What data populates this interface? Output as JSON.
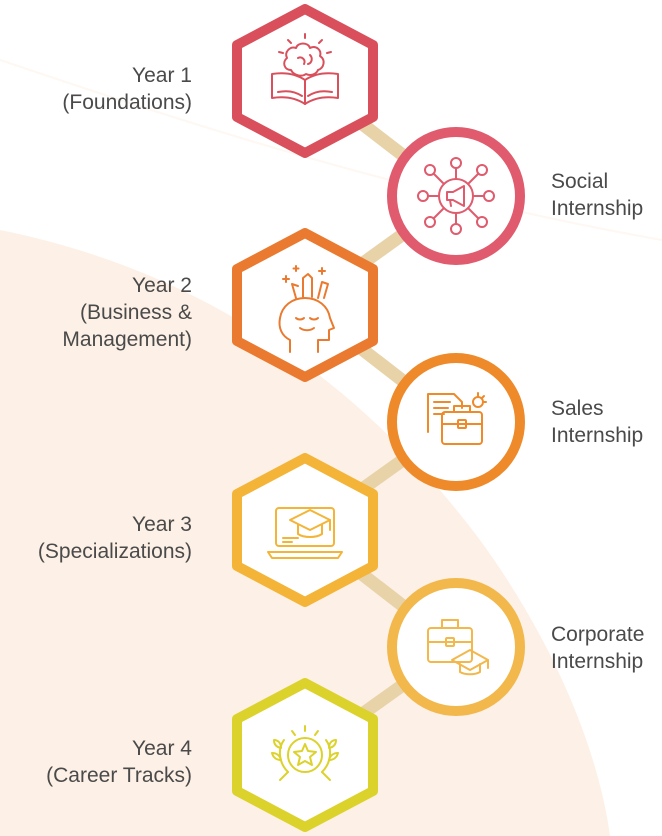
{
  "colors": {
    "background_blob": "#fdf0e6",
    "connector": "#e8d3a9",
    "year_1": "#d9505c",
    "social": "#df5b6d",
    "year_2": "#ea7a2f",
    "sales": "#ee8a2a",
    "year_3": "#f3b438",
    "corporate": "#f2b84c",
    "year_4": "#dcd22c",
    "text": "#4a4a4a"
  },
  "steps": [
    {
      "id": "year-1",
      "label": "Year 1\n(Foundations)",
      "shape": "hexagon",
      "icon": "brain-book-icon"
    },
    {
      "id": "social",
      "label": "Social\nInternship",
      "shape": "circle",
      "icon": "megaphone-network-icon"
    },
    {
      "id": "year-2",
      "label": "Year 2\n(Business &\nManagement)",
      "shape": "hexagon",
      "icon": "creative-head-icon"
    },
    {
      "id": "sales",
      "label": "Sales\nInternship",
      "shape": "circle",
      "icon": "briefcase-documents-icon"
    },
    {
      "id": "year-3",
      "label": "Year 3\n(Specializations)",
      "shape": "hexagon",
      "icon": "laptop-graduation-icon"
    },
    {
      "id": "corporate",
      "label": "Corporate\nInternship",
      "shape": "circle",
      "icon": "briefcase-graduation-icon"
    },
    {
      "id": "year-4",
      "label": "Year 4\n(Career Tracks)",
      "shape": "hexagon",
      "icon": "award-laurel-icon"
    }
  ]
}
